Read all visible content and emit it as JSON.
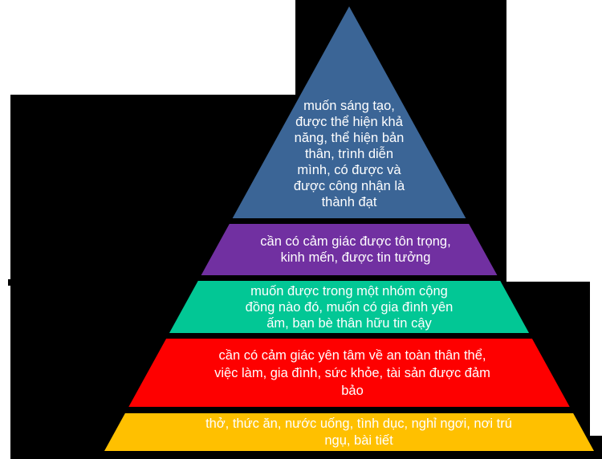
{
  "diagram": {
    "title_semantic": "Maslow hierarchy of needs pyramid (Vietnamese)",
    "background_color": "#000000",
    "page_fragment_color": "#ffffff",
    "text_color": "#ffffff"
  },
  "pyramid": {
    "levels": [
      {
        "name": "self-actualization",
        "color": "#3B6596",
        "lines": [
          "muốn sáng tạo,",
          "được thể hiện khả",
          "năng, thể hiện bản",
          "thân, trình diễn",
          "mình, có được và",
          "được công nhận là",
          "thành đạt"
        ]
      },
      {
        "name": "esteem",
        "color": "#7130A1",
        "lines": [
          "cần có cảm giác được tôn trọng,",
          "kinh mến, được tin tưởng"
        ]
      },
      {
        "name": "social-belonging",
        "color": "#02C795",
        "lines": [
          "muốn được trong một nhóm cộng",
          "đồng nào đó, muốn có gia đình yên",
          "ấm, bạn bè thân hữu tin cậy"
        ]
      },
      {
        "name": "safety",
        "color": "#FE0000",
        "lines": [
          "cần có cảm giác yên tâm về an toàn thân thể,",
          "việc làm, gia đình, sức khỏe, tài sản được đảm",
          "bảo"
        ]
      },
      {
        "name": "physiological",
        "color": "#FFC000",
        "lines": [
          "thở, thức ăn, nước uống, tình dục, nghỉ ngơi, nơi trú",
          "ngụ, bài tiết"
        ]
      }
    ]
  }
}
